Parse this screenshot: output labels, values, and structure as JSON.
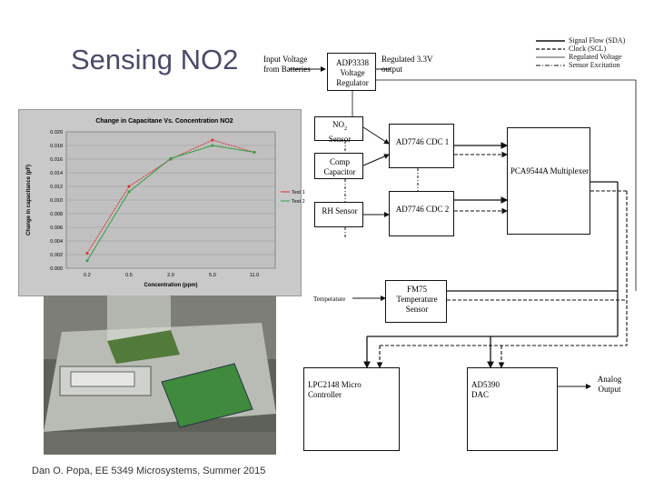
{
  "slide": {
    "title": "Sensing NO2",
    "footer": "Dan O. Popa, EE 5349 Microsystems, Summer 2015"
  },
  "legend": {
    "items": [
      "Signal Flow (SDA)",
      "Clock (SCL)",
      "Regulated Voltage",
      "Sensor Excitation"
    ]
  },
  "diagram": {
    "input_voltage": "Input Voltage from Batteries",
    "regulator": "ADP3338 Voltage Regulator",
    "regulated_output": "Regulated 3.3V output",
    "no2_sensor_line1": "NO",
    "no2_sensor_sub": "2",
    "no2_sensor_line2": "Sensor",
    "comp_cap": "Comp Capacitor",
    "rh_sensor": "RH Sensor",
    "cdc1": "AD7746 CDC 1",
    "cdc2": "AD7746 CDC 2",
    "mux": "PCA9544A Multiplexer",
    "temperature_label": "Temperature",
    "temp_sensor": "FM75 Temperature Sensor",
    "mcu": "LPC2148 Micro Controller",
    "dac": "AD5390 DAC",
    "analog_output": "Analog Output"
  },
  "chart_data": {
    "type": "line",
    "title": "Change in Capacitane Vs. Concentration NO2",
    "xlabel": "Concentration (ppm)",
    "ylabel": "Change in capacitance (pF)",
    "categories": [
      "0.2",
      "0.5",
      "2.0",
      "5.0",
      "11.0"
    ],
    "ylim": [
      0,
      0.02
    ],
    "yticks": [
      "0.000",
      "0.002",
      "0.004",
      "0.006",
      "0.008",
      "0.010",
      "0.012",
      "0.014",
      "0.016",
      "0.018",
      "0.020"
    ],
    "series": [
      {
        "name": "Test 1",
        "color": "#e03030",
        "values": [
          0.0022,
          0.012,
          0.016,
          0.0188,
          0.017
        ]
      },
      {
        "name": "Test 2",
        "color": "#30a040",
        "values": [
          0.0011,
          0.0112,
          0.0161,
          0.018,
          0.017
        ]
      }
    ],
    "grid": true,
    "legend_position": "right"
  }
}
